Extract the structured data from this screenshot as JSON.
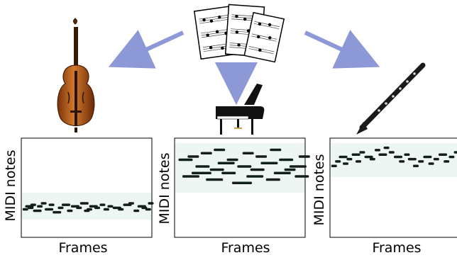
{
  "panels": [
    {
      "instrument": "double bass",
      "ylabel": "MIDI notes",
      "xlabel": "Frames"
    },
    {
      "instrument": "piano",
      "ylabel": "MIDI notes",
      "xlabel": "Frames"
    },
    {
      "instrument": "clarinet",
      "ylabel": "MIDI notes",
      "xlabel": "Frames"
    }
  ],
  "colors": {
    "arrow": "#8d98d6",
    "note": "#102018",
    "band": "#eef6f4",
    "frame": "#000000",
    "wood": "#b85c1c",
    "clarinet": "#1a1a1a"
  },
  "chart_data": [
    {
      "type": "scatter",
      "title": "",
      "xlabel": "Frames",
      "ylabel": "MIDI notes",
      "notes": [
        [
          1,
          17,
          2
        ],
        [
          3,
          19,
          3
        ],
        [
          5,
          18,
          2
        ],
        [
          7,
          20,
          2
        ],
        [
          9,
          16,
          3
        ],
        [
          12,
          19,
          2
        ],
        [
          15,
          21,
          2
        ],
        [
          18,
          17,
          3
        ],
        [
          21,
          20,
          2
        ],
        [
          24,
          15,
          3
        ],
        [
          28,
          18,
          2
        ],
        [
          31,
          20,
          3
        ],
        [
          35,
          16,
          2
        ],
        [
          38,
          19,
          3
        ],
        [
          42,
          18,
          2
        ],
        [
          45,
          21,
          3
        ],
        [
          48,
          16,
          2
        ],
        [
          50,
          17,
          2
        ],
        [
          52,
          19,
          3
        ],
        [
          56,
          18,
          2
        ],
        [
          60,
          20,
          2
        ],
        [
          63,
          17,
          2
        ],
        [
          66,
          19,
          2
        ],
        [
          70,
          18,
          3
        ],
        [
          74,
          17,
          2
        ],
        [
          78,
          20,
          3
        ],
        [
          82,
          21,
          2
        ],
        [
          86,
          16,
          2
        ],
        [
          89,
          19,
          3
        ],
        [
          92,
          18,
          2
        ],
        [
          95,
          17,
          2
        ],
        [
          97,
          21,
          2
        ]
      ]
    },
    {
      "type": "scatter",
      "title": "",
      "xlabel": "Frames",
      "ylabel": "MIDI notes",
      "notes": [
        [
          3,
          80,
          5
        ],
        [
          6,
          70,
          6
        ],
        [
          10,
          82,
          4
        ],
        [
          13,
          72,
          7
        ],
        [
          16,
          76,
          5
        ],
        [
          20,
          84,
          4
        ],
        [
          24,
          68,
          6
        ],
        [
          27,
          74,
          5
        ],
        [
          30,
          86,
          4
        ],
        [
          33,
          78,
          6
        ],
        [
          36,
          72,
          5
        ],
        [
          40,
          80,
          4
        ],
        [
          44,
          66,
          7
        ],
        [
          48,
          76,
          5
        ],
        [
          52,
          84,
          4
        ],
        [
          55,
          70,
          6
        ],
        [
          58,
          74,
          5
        ],
        [
          62,
          82,
          4
        ],
        [
          66,
          78,
          6
        ],
        [
          70,
          68,
          5
        ],
        [
          73,
          86,
          4
        ],
        [
          76,
          72,
          6
        ],
        [
          80,
          80,
          5
        ],
        [
          84,
          74,
          4
        ],
        [
          88,
          76,
          6
        ],
        [
          92,
          70,
          5
        ],
        [
          95,
          82,
          4
        ]
      ]
    },
    {
      "type": "scatter",
      "title": "",
      "xlabel": "Frames",
      "ylabel": "MIDI notes",
      "notes": [
        [
          1,
          70,
          2
        ],
        [
          4,
          72,
          2
        ],
        [
          7,
          74,
          3
        ],
        [
          10,
          71,
          2
        ],
        [
          13,
          73,
          2
        ],
        [
          17,
          75,
          3
        ],
        [
          20,
          72,
          2
        ],
        [
          23,
          76,
          2
        ],
        [
          27,
          74,
          3
        ],
        [
          31,
          73,
          2
        ],
        [
          35,
          77,
          2
        ],
        [
          38,
          75,
          3
        ],
        [
          42,
          78,
          2
        ],
        [
          46,
          76,
          2
        ],
        [
          50,
          74,
          3
        ],
        [
          54,
          72,
          2
        ],
        [
          58,
          75,
          2
        ],
        [
          61,
          73,
          3
        ],
        [
          65,
          70,
          2
        ],
        [
          69,
          72,
          2
        ],
        [
          73,
          74,
          3
        ],
        [
          77,
          71,
          2
        ],
        [
          81,
          73,
          2
        ],
        [
          85,
          75,
          3
        ],
        [
          89,
          72,
          2
        ],
        [
          93,
          74,
          2
        ],
        [
          97,
          76,
          3
        ]
      ]
    }
  ]
}
